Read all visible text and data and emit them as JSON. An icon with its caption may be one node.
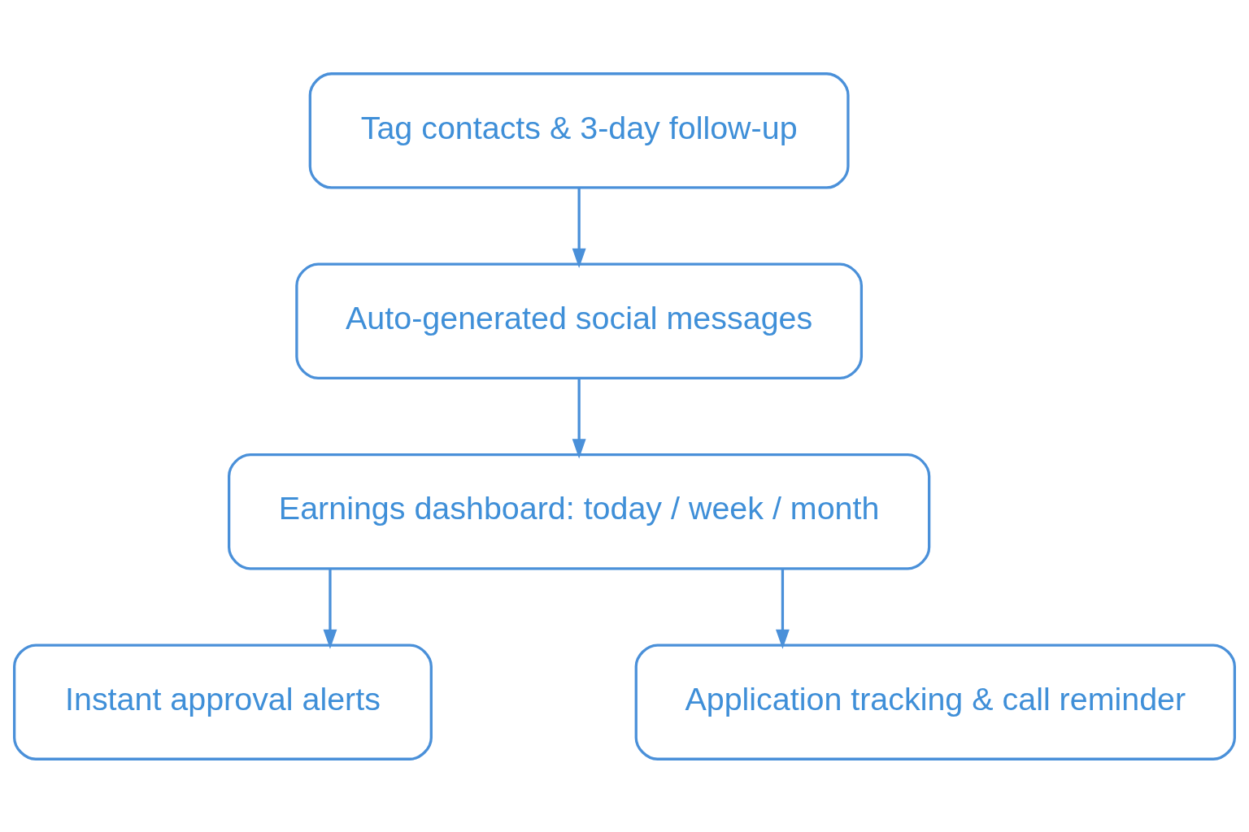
{
  "diagram": {
    "nodes": [
      {
        "text": [
          "Tag contacts & 3-day follow-up"
        ]
      },
      {
        "text": [
          "Auto-generated social messages"
        ]
      },
      {
        "text": [
          "Earnings dashboard: today / week / month"
        ]
      },
      {
        "text": [
          "Instant approval alerts"
        ]
      },
      {
        "text": [
          "Application tracking & call reminder"
        ]
      }
    ],
    "edges": [
      {
        "from": 0,
        "to": 1,
        "arrow": "to"
      },
      {
        "from": 1,
        "to": 2,
        "arrow": "to"
      },
      {
        "from": 2,
        "to": 3,
        "arrow": "to"
      },
      {
        "from": 2,
        "to": 4,
        "arrow": "to"
      }
    ]
  }
}
